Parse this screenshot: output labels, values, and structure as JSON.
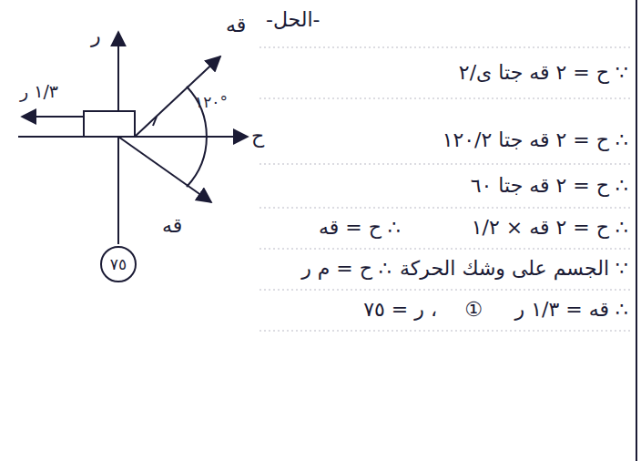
{
  "diagram": {
    "title": "-الحل-",
    "nodes": [
      {
        "text": [
          "٧٥"
        ]
      }
    ],
    "labels": [
      "ر",
      "قه",
      "١٢٠°",
      "١/٣ ر",
      "ح",
      "قه",
      "∵ ح = ٢ قه جتا ى/٢",
      "∴ ح = ٢ قه جتا ١٢٠/٢",
      "∴ ح = ٢ قه جتا ٦٠",
      "∴ ح = ٢ قه × ١/٢",
      "∴ ح = قه",
      "∵ الجسم على وشك الحركة",
      "∴ ح = م ر",
      "∴ قه = ١/٣ ر",
      "①",
      "، ر = ٧٥"
    ]
  }
}
